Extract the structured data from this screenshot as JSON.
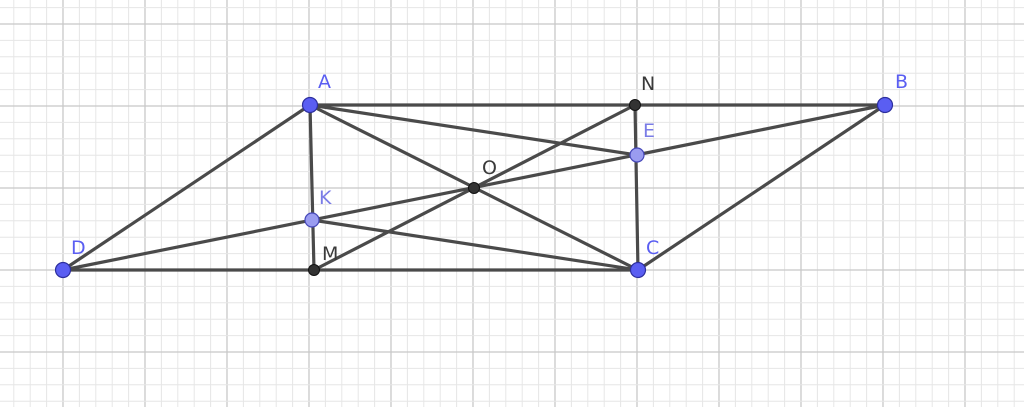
{
  "grid": {
    "minor_color": "#e6e6e6",
    "major_color": "#c8c8c8"
  },
  "points": {
    "A": {
      "label": "A",
      "kind": "free"
    },
    "B": {
      "label": "B",
      "kind": "free"
    },
    "C": {
      "label": "C",
      "kind": "free"
    },
    "D": {
      "label": "D",
      "kind": "free"
    },
    "N": {
      "label": "N",
      "kind": "fixed"
    },
    "M": {
      "label": "M",
      "kind": "fixed"
    },
    "O": {
      "label": "O",
      "kind": "fixed"
    },
    "E": {
      "label": "E",
      "kind": "dependent"
    },
    "K": {
      "label": "K",
      "kind": "dependent"
    }
  },
  "segments": [
    [
      "A",
      "B"
    ],
    [
      "D",
      "C"
    ],
    [
      "A",
      "D"
    ],
    [
      "B",
      "C"
    ],
    [
      "A",
      "C"
    ],
    [
      "B",
      "D"
    ],
    [
      "N",
      "M"
    ],
    [
      "A",
      "M"
    ],
    [
      "N",
      "C"
    ],
    [
      "A",
      "E"
    ],
    [
      "K",
      "C"
    ]
  ],
  "colors": {
    "segment": "#4a4a4a",
    "free_point": "#5a5ef2",
    "dependent_point": "#9a9cf0",
    "fixed_point": "#333333"
  }
}
